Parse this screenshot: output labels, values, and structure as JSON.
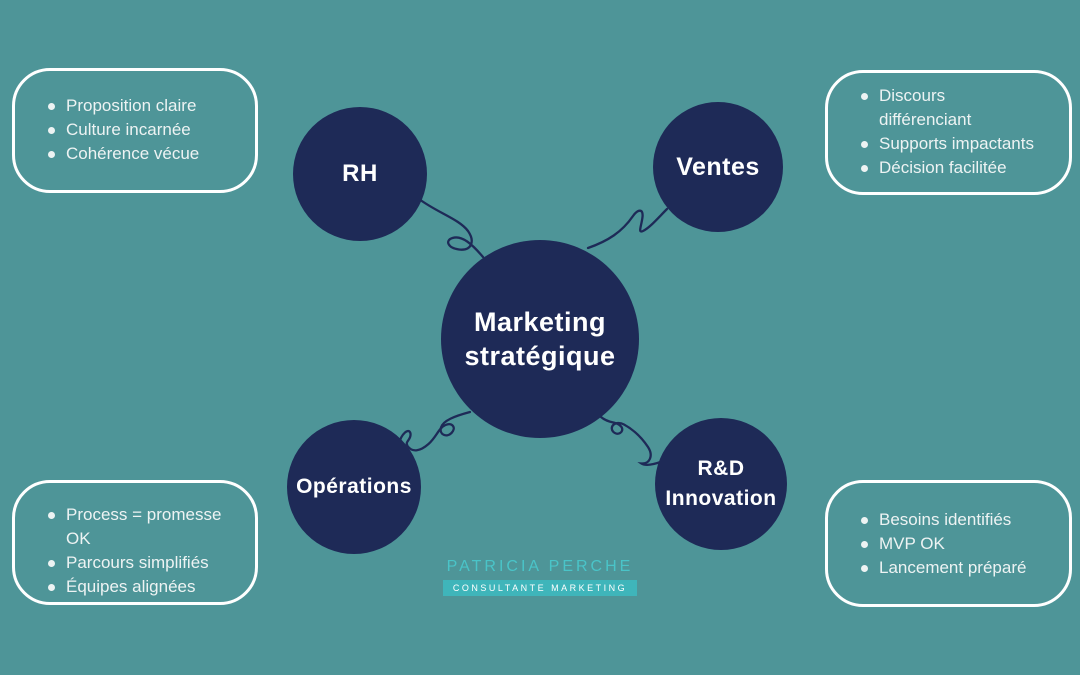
{
  "colors": {
    "background": "#4E9598",
    "node": "#1E2A57",
    "connector": "#1E2A57",
    "box_border": "#FFFFFF",
    "box_text": "#EDF3F3",
    "node_text": "#FFFFFF",
    "logo": "#4AC4C8",
    "banner_bg": "#3FB5BA",
    "banner_text": "#FFFFFF"
  },
  "diagram": {
    "type": "mind-map",
    "center": {
      "label": "Marketing\nstratégique"
    },
    "nodes": [
      {
        "id": "rh",
        "label": "RH"
      },
      {
        "id": "ventes",
        "label": "Ventes"
      },
      {
        "id": "operations",
        "label": "Opérations"
      },
      {
        "id": "rd-innovation",
        "label": "R&D\nInnovation"
      }
    ],
    "boxes": [
      {
        "position": "top-left",
        "linked_node": "rh",
        "items": [
          "Proposition claire",
          "Culture incarnée",
          "Cohérence vécue"
        ]
      },
      {
        "position": "top-right",
        "linked_node": "ventes",
        "items": [
          "Discours\ndifférenciant",
          "Supports impactants",
          "Décision facilitée"
        ]
      },
      {
        "position": "bottom-left",
        "linked_node": "operations",
        "items": [
          "Process = promesse\nOK",
          "Parcours simplifiés",
          "Équipes alignées"
        ]
      },
      {
        "position": "bottom-right",
        "linked_node": "rd-innovation",
        "items": [
          "Besoins identifiés",
          "MVP OK",
          "Lancement préparé"
        ]
      }
    ]
  },
  "footer": {
    "brand": "PATRICIA PERCHE",
    "tagline": "CONSULTANTE MARKETING"
  }
}
